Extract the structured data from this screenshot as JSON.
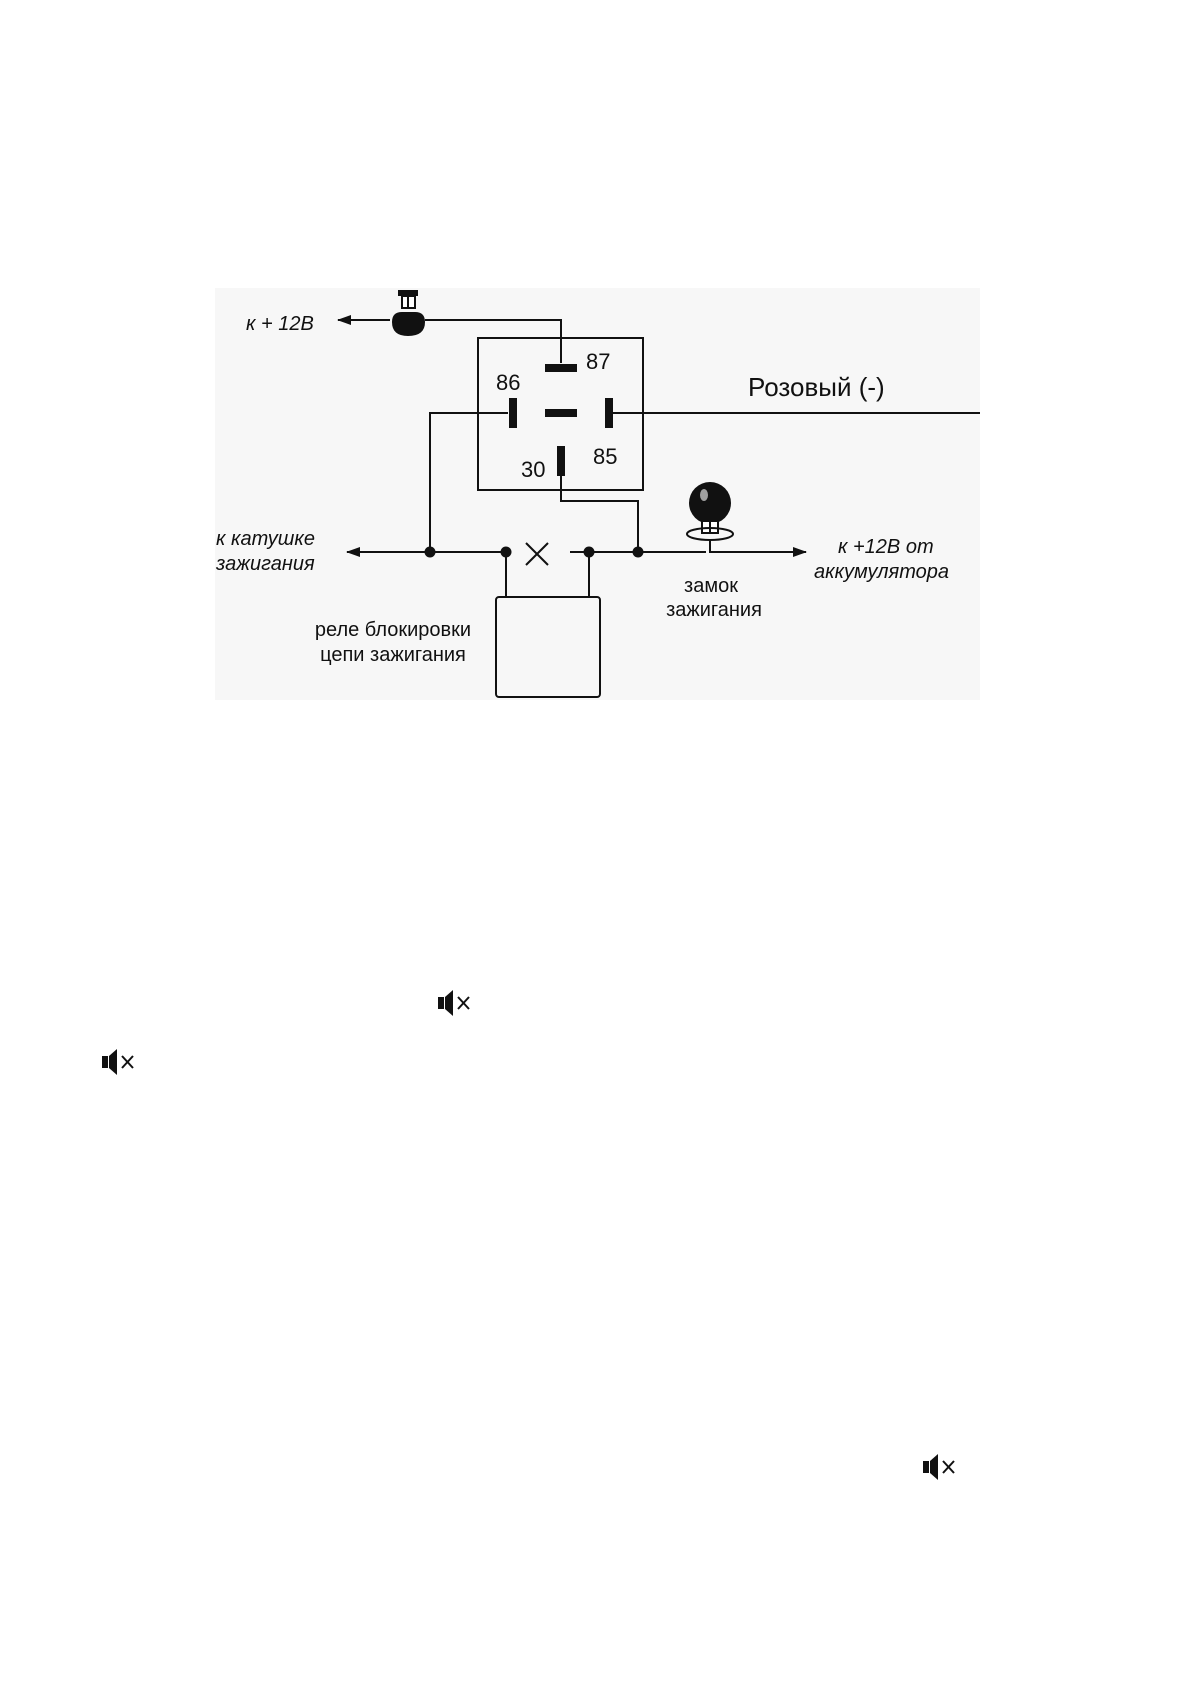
{
  "diagram": {
    "to_plus_12v": "к + 12В",
    "terminal_87": "87",
    "terminal_86": "86",
    "terminal_30": "30",
    "terminal_85": "85",
    "pink_wire": "Розовый (-)",
    "coil_line1": "к  катушке",
    "coil_line2": "зажигания",
    "battery_line1": "к  +12В от",
    "battery_line2": "аккумулятора",
    "lock_line1": "замок",
    "lock_line2": "зажигания",
    "blocking_relay_line1": "реле блокировки",
    "blocking_relay_line2": "цепи зажигания"
  },
  "icons": {
    "fuse": "fuse-icon",
    "ignition_key": "ignition-key-icon",
    "mute": "speaker-muted-icon"
  },
  "colors": {
    "background": "#f7f7f7",
    "line": "#111111",
    "page": "#ffffff"
  }
}
